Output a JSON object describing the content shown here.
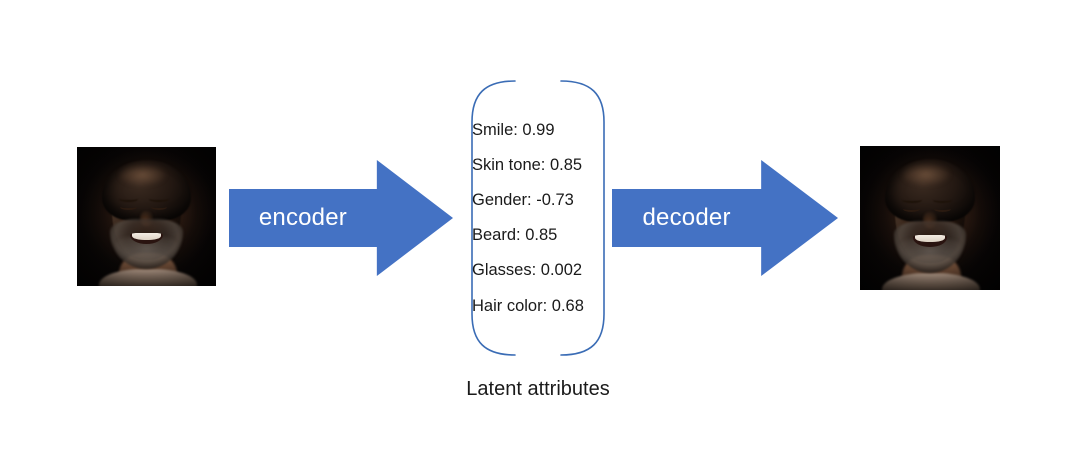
{
  "diagram": {
    "title": "Autoencoder latent attributes diagram",
    "input_image": {
      "name": "input-face-photo",
      "description": "Photo of a smiling bearded man on a dark background"
    },
    "output_image": {
      "name": "reconstructed-face-photo",
      "description": "Reconstructed photo of a smiling bearded man on a dark background"
    },
    "encoder": {
      "label": "encoder",
      "color": "#4472c4",
      "text_color": "#ffffff"
    },
    "decoder": {
      "label": "decoder",
      "color": "#4472c4",
      "text_color": "#ffffff"
    },
    "latent": {
      "caption": "Latent attributes",
      "bracket_color": "#3a6cb5",
      "attributes": [
        {
          "name": "Smile",
          "value": "0.99",
          "text": "Smile: 0.99"
        },
        {
          "name": "Skin tone",
          "value": "0.85",
          "text": "Skin tone: 0.85"
        },
        {
          "name": "Gender",
          "value": "-0.73",
          "text": "Gender: -0.73"
        },
        {
          "name": "Beard",
          "value": "0.85",
          "text": "Beard: 0.85"
        },
        {
          "name": "Glasses",
          "value": "0.002",
          "text": "Glasses: 0.002"
        },
        {
          "name": "Hair color",
          "value": "0.68",
          "text": "Hair color: 0.68"
        }
      ]
    }
  }
}
